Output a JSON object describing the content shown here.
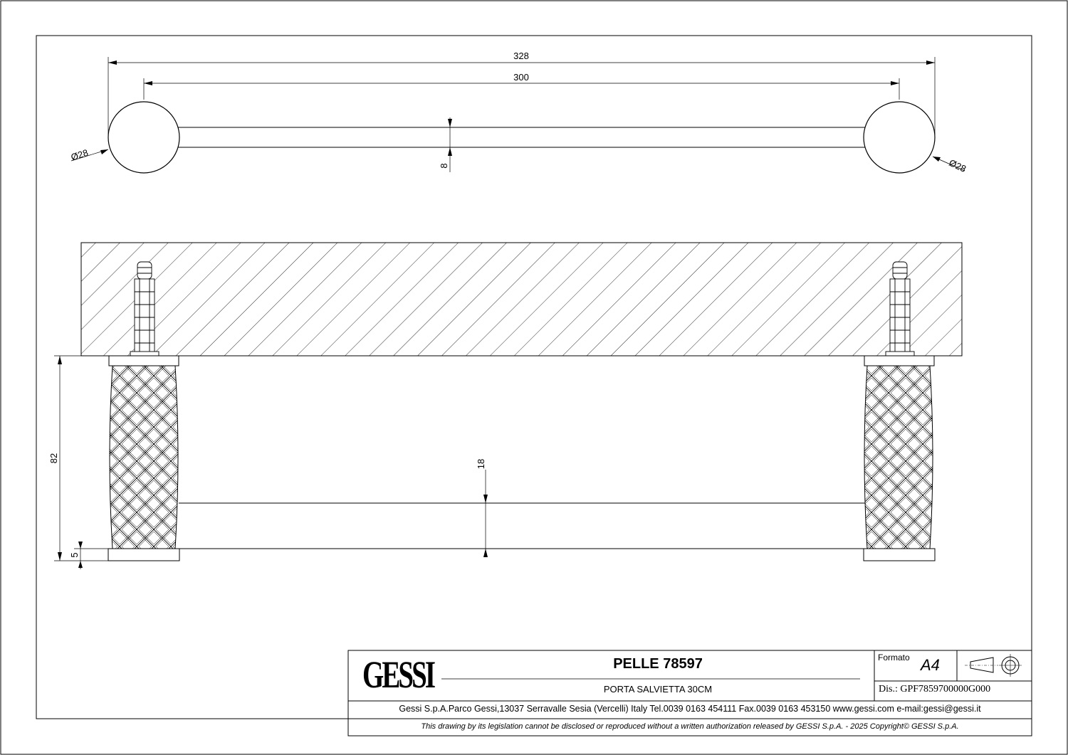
{
  "dimensions": {
    "overall_length": "328",
    "bar_length": "300",
    "top_bar_thickness": "8",
    "left_diameter": "Ø28",
    "right_diameter": "Ø28",
    "projection": "82",
    "bar_offset": "18",
    "base_offset": "5"
  },
  "title_block": {
    "brand": "GESSI",
    "product": "PELLE 78597",
    "description": "PORTA SALVIETTA 30CM",
    "format_label": "Formato",
    "format_value": "A4",
    "drawing_number": "Dis.: GPF7859700000G000",
    "company_info": "Gessi S.p.A.Parco Gessi,13037 Serravalle Sesia (Vercelli) Italy Tel.0039 0163 454111 Fax.0039 0163 453150 www.gessi.com e-mail:gessi@gessi.it",
    "legal_note": "This drawing by its legislation cannot be disclosed or reproduced without a written authorization released by GESSI S.p.A. - 2025 Copyright© GESSI S.p.A."
  }
}
